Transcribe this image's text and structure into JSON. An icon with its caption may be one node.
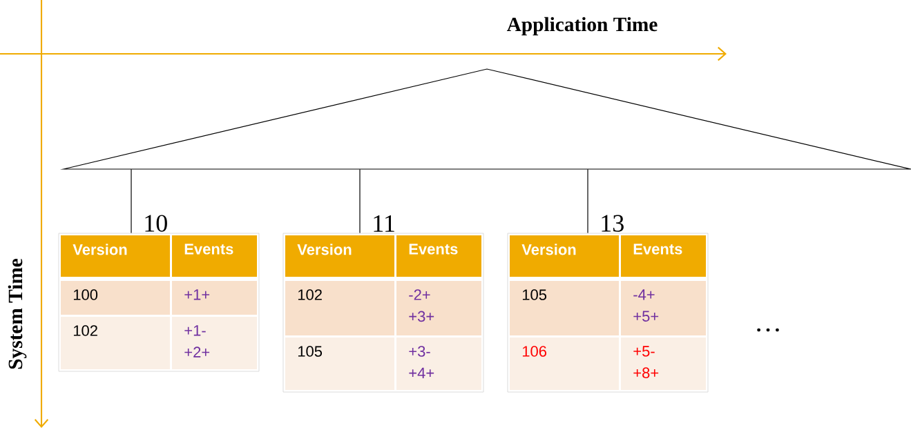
{
  "diagram": {
    "nodes": [
      {
        "text": [],
        "shape": "triangle"
      },
      {
        "text": [
          "Version",
          "Events",
          "100",
          "+1+",
          "102",
          "+1- +2+"
        ],
        "beside": [
          "10"
        ]
      },
      {
        "text": [
          "Version",
          "Events",
          "102",
          "-2+ +3+",
          "105",
          "+3- +4+"
        ],
        "beside": [
          "11"
        ]
      },
      {
        "text": [
          "Version",
          "Events",
          "105",
          "-4+ +5+",
          "106",
          "+5- +8+"
        ],
        "beside": [
          "13"
        ]
      }
    ],
    "edges": [
      {
        "from": 0,
        "to": 1,
        "arrow": "none"
      },
      {
        "from": 0,
        "to": 2,
        "arrow": "none"
      },
      {
        "from": 0,
        "to": 3,
        "arrow": "none"
      }
    ],
    "labels": [
      "Application Time",
      "System Time",
      "…"
    ]
  }
}
